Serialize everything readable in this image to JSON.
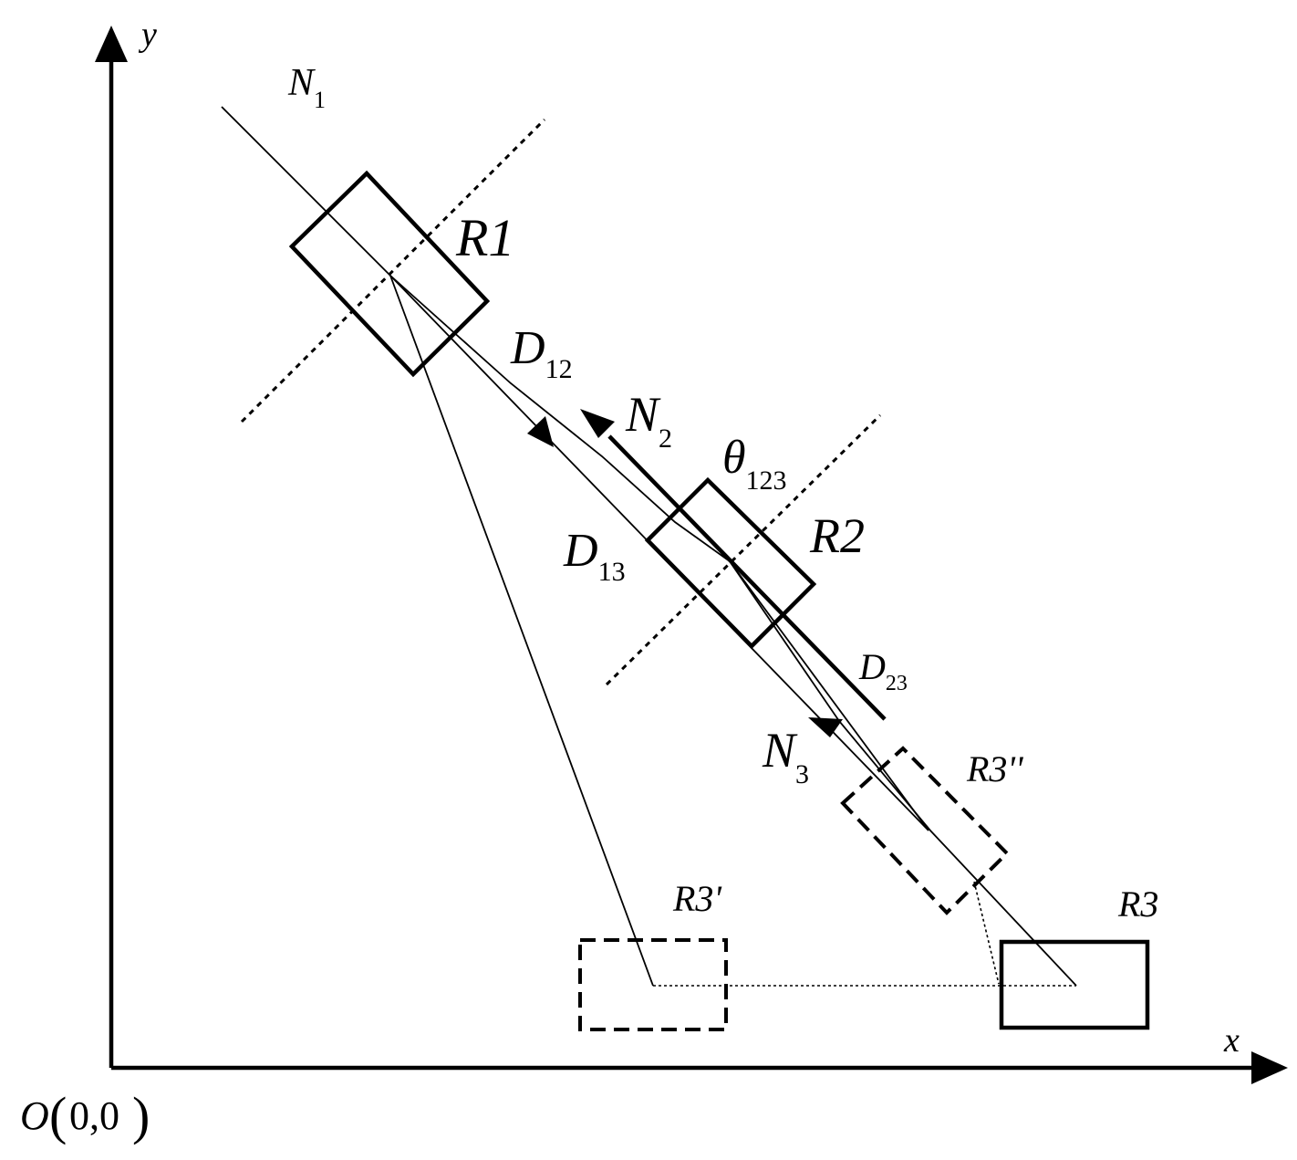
{
  "axes": {
    "x_label": "x",
    "y_label": "y",
    "origin_prefix": "O",
    "origin_coords": "0,0"
  },
  "labels": {
    "N1": {
      "main": "N",
      "sub": "1"
    },
    "N2": {
      "main": "N",
      "sub": "2"
    },
    "N3": {
      "main": "N",
      "sub": "3"
    },
    "D12": {
      "main": "D",
      "sub": "12"
    },
    "D13": {
      "main": "D",
      "sub": "13"
    },
    "D23": {
      "main": "D",
      "sub": "23"
    },
    "theta": {
      "main": "θ",
      "sub": "123"
    },
    "R1": "R1",
    "R2": "R2",
    "R3": "R3",
    "R3_prime": "R3'",
    "R3_double_prime": "R3''"
  },
  "colors": {
    "stroke": "#000000",
    "background": "#ffffff"
  }
}
